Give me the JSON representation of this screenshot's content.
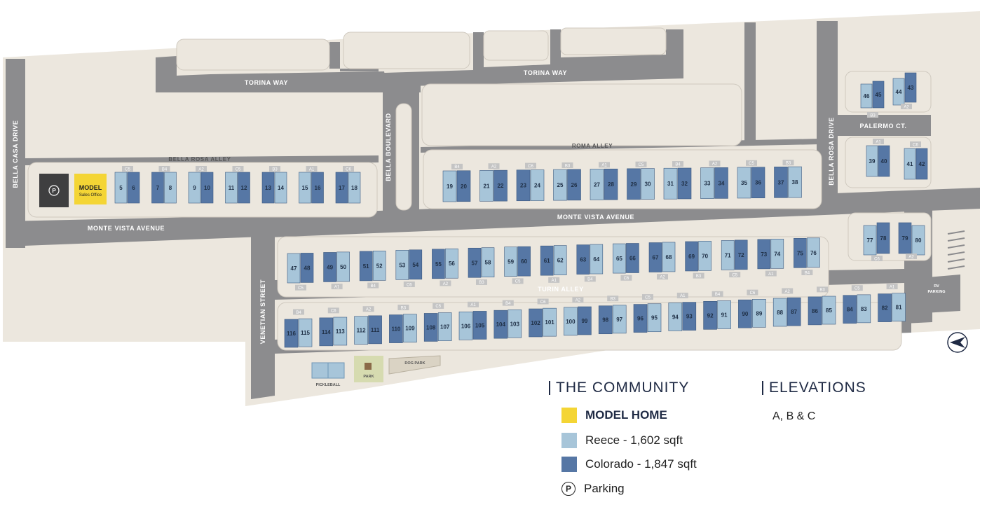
{
  "colors": {
    "ground": "#ece7de",
    "road": "#8c8c8e",
    "reece": "#a7c5d9",
    "colorado": "#5677a5",
    "model": "#f4d535",
    "amenity_green": "#d6dbb0",
    "garage": "#d5d5d5"
  },
  "streets": {
    "torina_way_1": "TORINA WAY",
    "torina_way_2": "TORINA WAY",
    "bella_casa_drive": "BELLA CASA DRIVE",
    "bella_rosa_alley": "BELLA ROSA ALLEY",
    "bella_boulevard": "BELLA BOULEVARD",
    "roma_alley": "ROMA ALLEY",
    "bella_rosa_drive": "BELLA ROSA DRIVE",
    "palermo_ct": "PALERMO CT.",
    "monte_vista_west": "MONTE VISTA AVENUE",
    "monte_vista_east": "MONTE VISTA AVENUE",
    "venetian_street": "VENETIAN STREET",
    "turin_alley": "TURIN ALLEY"
  },
  "amenities": {
    "model_title": "MODEL",
    "model_sub": "Sales Office",
    "parking_symbol": "P",
    "pickleball": "PICKLEBALL",
    "park": "PARK",
    "dog_park": "DOG PARK",
    "rv_line1": "RV",
    "rv_line2": "PARKING"
  },
  "lots": {
    "row_bella_rosa": [
      {
        "n": "5",
        "t": "r"
      },
      {
        "n": "6",
        "t": "c"
      },
      {
        "n": "7",
        "t": "c"
      },
      {
        "n": "8",
        "t": "r"
      },
      {
        "n": "9",
        "t": "r"
      },
      {
        "n": "10",
        "t": "c"
      },
      {
        "n": "11",
        "t": "r"
      },
      {
        "n": "12",
        "t": "c"
      },
      {
        "n": "13",
        "t": "c"
      },
      {
        "n": "14",
        "t": "r"
      },
      {
        "n": "15",
        "t": "r"
      },
      {
        "n": "16",
        "t": "c"
      },
      {
        "n": "17",
        "t": "c"
      },
      {
        "n": "18",
        "t": "r"
      }
    ],
    "tags_bella_rosa": [
      "C5",
      "B4",
      "A2",
      "C5",
      "B3",
      "A1",
      "C6"
    ],
    "row_roma": [
      {
        "n": "19",
        "t": "r"
      },
      {
        "n": "20",
        "t": "c"
      },
      {
        "n": "21",
        "t": "r"
      },
      {
        "n": "22",
        "t": "c"
      },
      {
        "n": "23",
        "t": "c"
      },
      {
        "n": "24",
        "t": "r"
      },
      {
        "n": "25",
        "t": "r"
      },
      {
        "n": "26",
        "t": "c"
      },
      {
        "n": "27",
        "t": "r"
      },
      {
        "n": "28",
        "t": "c"
      },
      {
        "n": "29",
        "t": "c"
      },
      {
        "n": "30",
        "t": "r"
      },
      {
        "n": "31",
        "t": "r"
      },
      {
        "n": "32",
        "t": "c"
      },
      {
        "n": "33",
        "t": "r"
      },
      {
        "n": "34",
        "t": "c"
      },
      {
        "n": "35",
        "t": "r"
      },
      {
        "n": "36",
        "t": "c"
      },
      {
        "n": "37",
        "t": "c"
      },
      {
        "n": "38",
        "t": "r"
      }
    ],
    "tags_roma": [
      "B4",
      "A2",
      "C6",
      "B3",
      "A1",
      "C5",
      "B4",
      "A2",
      "C5",
      "B3"
    ],
    "palermo_top": [
      {
        "n": "46",
        "t": "r"
      },
      {
        "n": "45",
        "t": "c"
      },
      {
        "n": "44",
        "t": "r"
      },
      {
        "n": "43",
        "t": "c"
      }
    ],
    "palermo_top_tags": [
      "B3",
      "A2"
    ],
    "palermo_bottom": [
      {
        "n": "39",
        "t": "r"
      },
      {
        "n": "40",
        "t": "c"
      },
      {
        "n": "41",
        "t": "r"
      },
      {
        "n": "42",
        "t": "c"
      }
    ],
    "palermo_bottom_tags": [
      "A1",
      "C6"
    ],
    "row_turin_north": [
      {
        "n": "47",
        "t": "r"
      },
      {
        "n": "48",
        "t": "c"
      },
      {
        "n": "49",
        "t": "c"
      },
      {
        "n": "50",
        "t": "r"
      },
      {
        "n": "51",
        "t": "c"
      },
      {
        "n": "52",
        "t": "r"
      },
      {
        "n": "53",
        "t": "r"
      },
      {
        "n": "54",
        "t": "c"
      },
      {
        "n": "55",
        "t": "c"
      },
      {
        "n": "56",
        "t": "r"
      },
      {
        "n": "57",
        "t": "c"
      },
      {
        "n": "58",
        "t": "r"
      },
      {
        "n": "59",
        "t": "r"
      },
      {
        "n": "60",
        "t": "c"
      },
      {
        "n": "61",
        "t": "c"
      },
      {
        "n": "62",
        "t": "r"
      },
      {
        "n": "63",
        "t": "c"
      },
      {
        "n": "64",
        "t": "r"
      },
      {
        "n": "65",
        "t": "r"
      },
      {
        "n": "66",
        "t": "c"
      },
      {
        "n": "67",
        "t": "c"
      },
      {
        "n": "68",
        "t": "r"
      },
      {
        "n": "69",
        "t": "c"
      },
      {
        "n": "70",
        "t": "r"
      },
      {
        "n": "71",
        "t": "r"
      },
      {
        "n": "72",
        "t": "c"
      },
      {
        "n": "73",
        "t": "c"
      },
      {
        "n": "74",
        "t": "r"
      },
      {
        "n": "75",
        "t": "c"
      },
      {
        "n": "76",
        "t": "r"
      }
    ],
    "tags_turin_north": [
      "C5",
      "A1",
      "B4",
      "C6",
      "A2",
      "B3",
      "C5",
      "A1",
      "B4",
      "C6",
      "A2",
      "B3",
      "C5",
      "A1",
      "B4"
    ],
    "east_pair": [
      {
        "n": "77",
        "t": "r"
      },
      {
        "n": "78",
        "t": "c"
      },
      {
        "n": "79",
        "t": "c"
      },
      {
        "n": "80",
        "t": "r"
      }
    ],
    "east_pair_tags": [
      "C6",
      "A2"
    ],
    "row_turin_south": [
      {
        "n": "116",
        "t": "c"
      },
      {
        "n": "115",
        "t": "r"
      },
      {
        "n": "114",
        "t": "c"
      },
      {
        "n": "113",
        "t": "r"
      },
      {
        "n": "112",
        "t": "r"
      },
      {
        "n": "111",
        "t": "c"
      },
      {
        "n": "110",
        "t": "c"
      },
      {
        "n": "109",
        "t": "r"
      },
      {
        "n": "108",
        "t": "c"
      },
      {
        "n": "107",
        "t": "r"
      },
      {
        "n": "106",
        "t": "r"
      },
      {
        "n": "105",
        "t": "c"
      },
      {
        "n": "104",
        "t": "c"
      },
      {
        "n": "103",
        "t": "r"
      },
      {
        "n": "102",
        "t": "c"
      },
      {
        "n": "101",
        "t": "r"
      },
      {
        "n": "100",
        "t": "r"
      },
      {
        "n": "99",
        "t": "c"
      },
      {
        "n": "98",
        "t": "c"
      },
      {
        "n": "97",
        "t": "r"
      },
      {
        "n": "96",
        "t": "c"
      },
      {
        "n": "95",
        "t": "r"
      },
      {
        "n": "94",
        "t": "r"
      },
      {
        "n": "93",
        "t": "c"
      },
      {
        "n": "92",
        "t": "c"
      },
      {
        "n": "91",
        "t": "r"
      },
      {
        "n": "90",
        "t": "c"
      },
      {
        "n": "89",
        "t": "r"
      },
      {
        "n": "88",
        "t": "r"
      },
      {
        "n": "87",
        "t": "c"
      },
      {
        "n": "86",
        "t": "c"
      },
      {
        "n": "85",
        "t": "r"
      },
      {
        "n": "84",
        "t": "c"
      },
      {
        "n": "83",
        "t": "r"
      },
      {
        "n": "82",
        "t": "c"
      },
      {
        "n": "81",
        "t": "r"
      }
    ],
    "tags_turin_south": [
      "B4",
      "C6",
      "A2",
      "B3",
      "C5",
      "A1",
      "B4",
      "C6",
      "A2",
      "B3",
      "C5",
      "A1",
      "B4",
      "C6",
      "A2",
      "B3",
      "C5",
      "A1"
    ]
  },
  "legend": {
    "community_title": "THE COMMUNITY",
    "model_home": "MODEL HOME",
    "reece": "Reece - 1,602 sqft",
    "colorado": "Colorado - 1,847 sqft",
    "parking_symbol": "P",
    "parking": "Parking",
    "elevations_title": "ELEVATIONS",
    "elevations_value": "A, B & C"
  },
  "compass": "north-arrow-icon"
}
